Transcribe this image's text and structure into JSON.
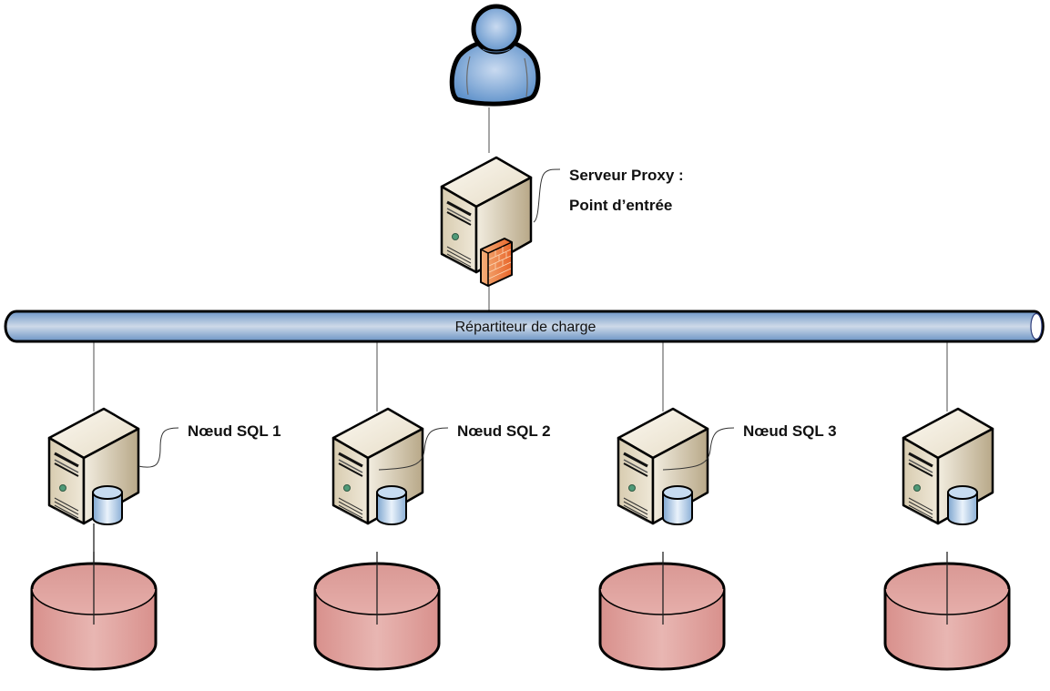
{
  "diagram": {
    "user": {
      "label": "",
      "icon": "user-icon"
    },
    "proxy": {
      "label_line1": "Serveur Proxy :",
      "label_line2": "Point d’entrée",
      "icon": "server-firewall-icon"
    },
    "bus": {
      "label": "Répartiteur de charge",
      "icon": "network-bus-icon"
    },
    "nodes": [
      {
        "label": "Nœud SQL 1",
        "icon": "database-server-icon",
        "storage_icon": "disk-storage-icon"
      },
      {
        "label": "Nœud SQL 2",
        "icon": "database-server-icon",
        "storage_icon": "disk-storage-icon"
      },
      {
        "label": "Nœud SQL 3",
        "icon": "database-server-icon",
        "storage_icon": "disk-storage-icon"
      },
      {
        "label": "",
        "icon": "database-server-icon",
        "storage_icon": "disk-storage-icon"
      }
    ],
    "colors": {
      "user_blue": "#5b8fc9",
      "bus_blue": "#8fb2d8",
      "server_beige": "#e4dbc4",
      "firewall_orange": "#ee7a3a",
      "db_blue": "#a9c9e8",
      "disk_pink": "#dba3a0"
    }
  }
}
